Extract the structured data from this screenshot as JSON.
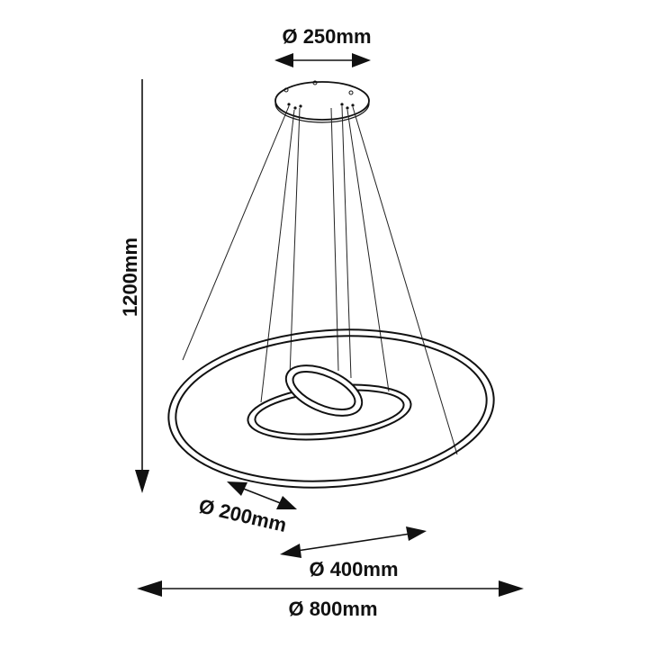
{
  "dimensions": {
    "canopy": "Ø 250mm",
    "height": "1200mm",
    "small_ring": "Ø 200mm",
    "middle_ring": "Ø 400mm",
    "large_ring": "Ø 800mm"
  }
}
